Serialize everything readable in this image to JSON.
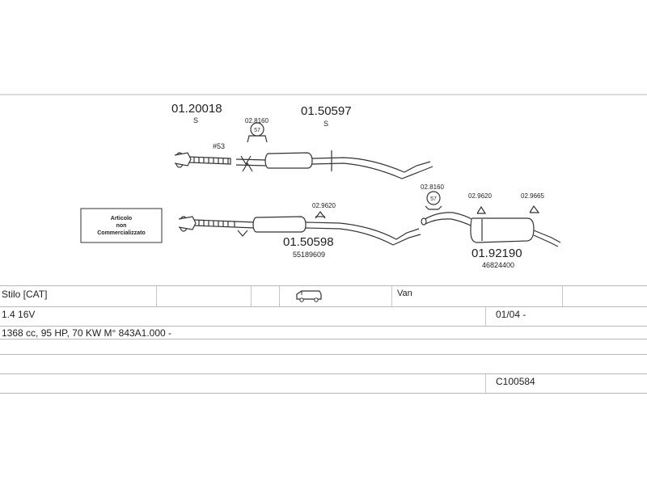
{
  "parts": {
    "p1": {
      "number": "01.20018",
      "suffix": "S"
    },
    "p2": {
      "number": "01.50597",
      "suffix": "S"
    },
    "p3": {
      "number": "01.50598",
      "ref": "55189609"
    },
    "p4": {
      "number": "01.92190",
      "ref": "46824400"
    }
  },
  "clamps": {
    "c1": "02.8160",
    "c2": "02.9620",
    "c3": "02.8160",
    "c4": "02.9620",
    "c5": "02.9665"
  },
  "gasket_label": "#53",
  "notice": {
    "line1": "Articolo",
    "line2": "non",
    "line3": "Commercializzato"
  },
  "vehicle": {
    "model": "Stilo  [CAT]",
    "body_type": "Van",
    "engine": "1.4 16V",
    "date": "01/04 -",
    "spec": "1368 cc, 95 HP, 70 KW  M° 843A1.000 -",
    "code": "C100584"
  },
  "icons": {
    "van": "van-icon",
    "clamp": "clamp-icon"
  },
  "colors": {
    "line": "#333333",
    "border": "#b8b8b8"
  }
}
